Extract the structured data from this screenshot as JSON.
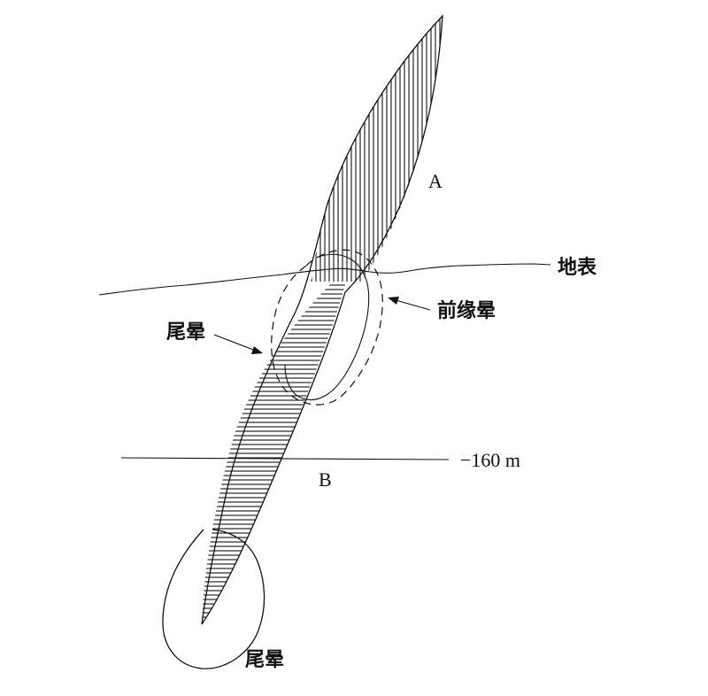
{
  "labels": {
    "a": "A",
    "b": "B",
    "surface": "地表",
    "front_halo": "前缘晕",
    "tail_halo_upper": "尾晕",
    "tail_halo_lower": "尾晕",
    "depth": "−160 m"
  },
  "colors": {
    "ink": "#111111",
    "background": "#ffffff"
  }
}
